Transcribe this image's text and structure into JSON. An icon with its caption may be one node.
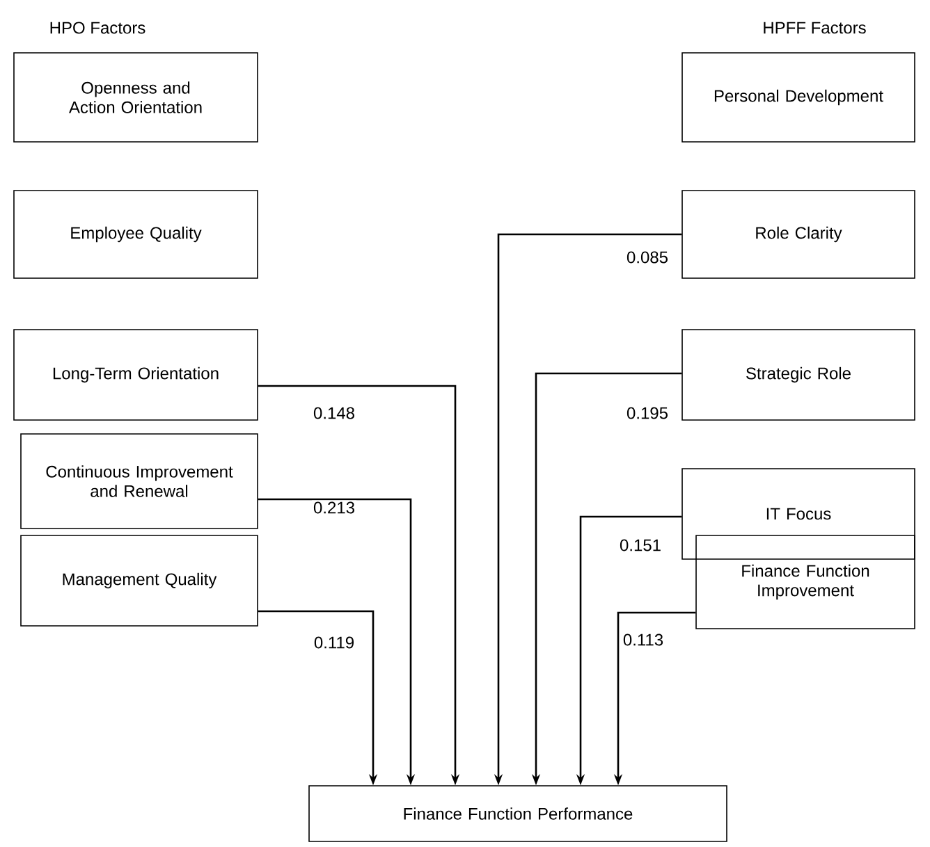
{
  "diagram": {
    "nodes": [
      {
        "text": [
          "Openness and Action Orientation"
        ]
      },
      {
        "text": [
          "Employee Quality"
        ]
      },
      {
        "text": [
          "Long-Term Orientation"
        ]
      },
      {
        "text": [
          "Continuous Improvement and Renewal"
        ]
      },
      {
        "text": [
          "Management Quality"
        ]
      },
      {
        "text": [
          "Personal Development"
        ]
      },
      {
        "text": [
          "Role Clarity"
        ]
      },
      {
        "text": [
          "Strategic Role"
        ]
      },
      {
        "text": [
          "IT Focus"
        ]
      },
      {
        "text": [
          "Finance Function Improvement"
        ]
      },
      {
        "text": [
          "Finance Function Performance"
        ]
      }
    ],
    "edges": [
      {
        "from": 2,
        "to": 10,
        "arrow": "to",
        "label": "0.148"
      },
      {
        "from": 3,
        "to": 10,
        "arrow": "to",
        "label": "0.213"
      },
      {
        "from": 4,
        "to": 10,
        "arrow": "to",
        "label": "0.119"
      },
      {
        "from": 6,
        "to": 10,
        "arrow": "to",
        "label": "0.085"
      },
      {
        "from": 7,
        "to": 10,
        "arrow": "to",
        "label": "0.195"
      },
      {
        "from": 8,
        "to": 10,
        "arrow": "to",
        "label": "0.151"
      },
      {
        "from": 9,
        "to": 10,
        "arrow": "to",
        "label": "0.113"
      }
    ],
    "labels": [
      "HPO Factors",
      "HPFF Factors"
    ]
  }
}
